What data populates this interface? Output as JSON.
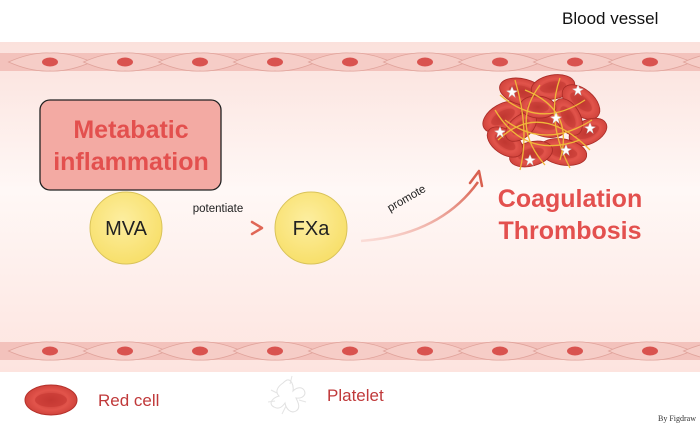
{
  "header": {
    "title": "Blood vessel"
  },
  "nodes": {
    "box_label": "Metabatic inflammation",
    "box_line1": "Metabatic",
    "box_line2": "inflammation",
    "mva": "MVA",
    "fxa": "FXa",
    "outcome_line1": "Coagulation",
    "outcome_line2": "Thrombosis"
  },
  "edges": {
    "potentiate": "potentiate",
    "promote": "promote"
  },
  "legend": {
    "red_cell": "Red cell",
    "platelet": "Platelet"
  },
  "credit": "By Figdraw",
  "colors": {
    "accent_red": "#e3504e",
    "box_fill": "#f3aaa3",
    "node_fill": "#fbe67c",
    "cell_fill": "#f5c4bf",
    "nucleus": "#d9534f",
    "background_pink": "#fbe3de"
  }
}
